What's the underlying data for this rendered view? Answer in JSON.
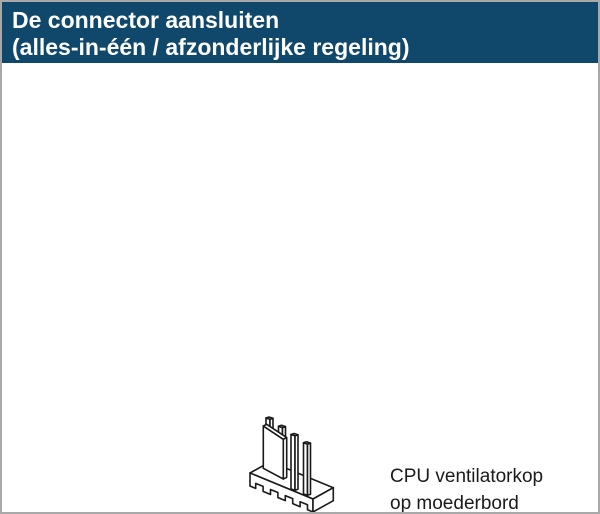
{
  "page": {
    "background": "#ffffff",
    "border_color": "#a9a9a9"
  },
  "header": {
    "line1": "De connector aansluiten",
    "line2": "(alles-in-één / afzonderlijke regeling)",
    "background": "#10486b",
    "text_color": "#ffffff"
  },
  "figure": {
    "illustration_name": "cpu-fan-header-connector-line-art",
    "stroke_color": "#1a1a1a",
    "caption_line1": "CPU ventilatorkop",
    "caption_line2": "op moederbord"
  }
}
